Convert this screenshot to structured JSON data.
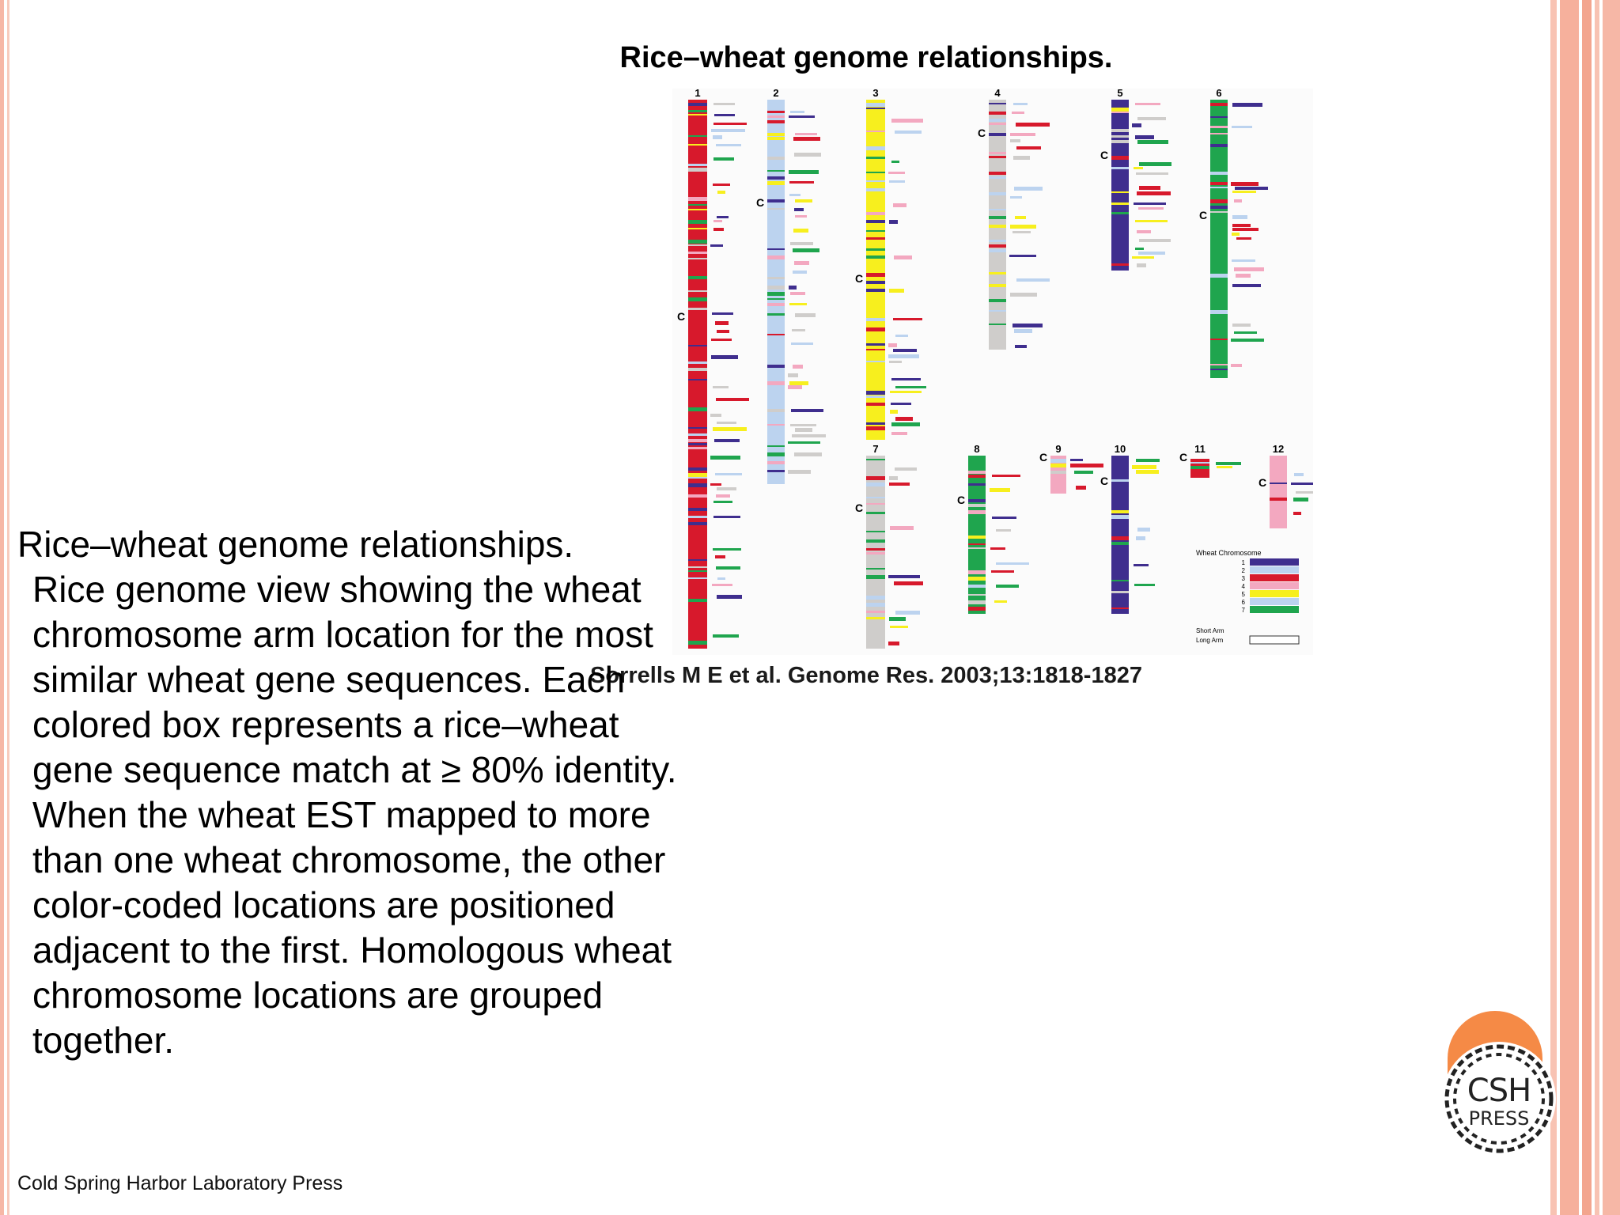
{
  "slide": {
    "title": "Rice–wheat genome relationships.",
    "citation": "Sorrells M E et al. Genome Res. 2003;13:1818-1827",
    "caption_first": "Rice–wheat genome relationships.",
    "caption_rest": "Rice genome view showing the wheat chromosome arm location for the most similar wheat gene sequences. Each colored box represents a rice–wheat gene sequence match at ≥ 80% identity. When the wheat EST mapped to more than one wheat chromosome, the other color-coded locations are positioned adjacent to the first. Homologous wheat chromosome locations are grouped together.",
    "footer": "Cold Spring Harbor Laboratory Press"
  },
  "logo": {
    "line1": "CSH",
    "line2": "PRESS",
    "accent_color": "#f58a46"
  },
  "figure": {
    "chromosomes": [
      {
        "label": "1",
        "base_color": "#d7192c"
      },
      {
        "label": "2",
        "base_color": "#bcd3ef"
      },
      {
        "label": "3",
        "base_color": "#f7ef1e"
      },
      {
        "label": "4",
        "base_color": "#cfcdcb"
      },
      {
        "label": "5",
        "base_color": "#3f2e8e"
      },
      {
        "label": "6",
        "base_color": "#1fa54e"
      },
      {
        "label": "7",
        "base_color": "#cfcdcb"
      },
      {
        "label": "8",
        "base_color": "#1fa54e"
      },
      {
        "label": "9",
        "base_color": "#f3a8c0"
      },
      {
        "label": "10",
        "base_color": "#3f2e8e"
      },
      {
        "label": "11",
        "base_color": "#d7192c"
      },
      {
        "label": "12",
        "base_color": "#f3a8c0"
      }
    ],
    "centromere_mark": "C",
    "legend": {
      "title": "Wheat Chromosome",
      "entries": [
        {
          "label": "1",
          "color": "#3f2e8e"
        },
        {
          "label": "2",
          "color": "#bcd3ef"
        },
        {
          "label": "3",
          "color": "#d7192c"
        },
        {
          "label": "4",
          "color": "#f3a8c0"
        },
        {
          "label": "5",
          "color": "#f7ef1e"
        },
        {
          "label": "6",
          "color": "#bcd3ef"
        },
        {
          "label": "7",
          "color": "#1fa54e"
        }
      ],
      "short_arm": "Short Arm",
      "long_arm": "Long Arm"
    },
    "match_colors": [
      "#3f2e8e",
      "#bcd3ef",
      "#d7192c",
      "#f3a8c0",
      "#f7ef1e",
      "#1fa54e",
      "#cfcdcb"
    ]
  }
}
